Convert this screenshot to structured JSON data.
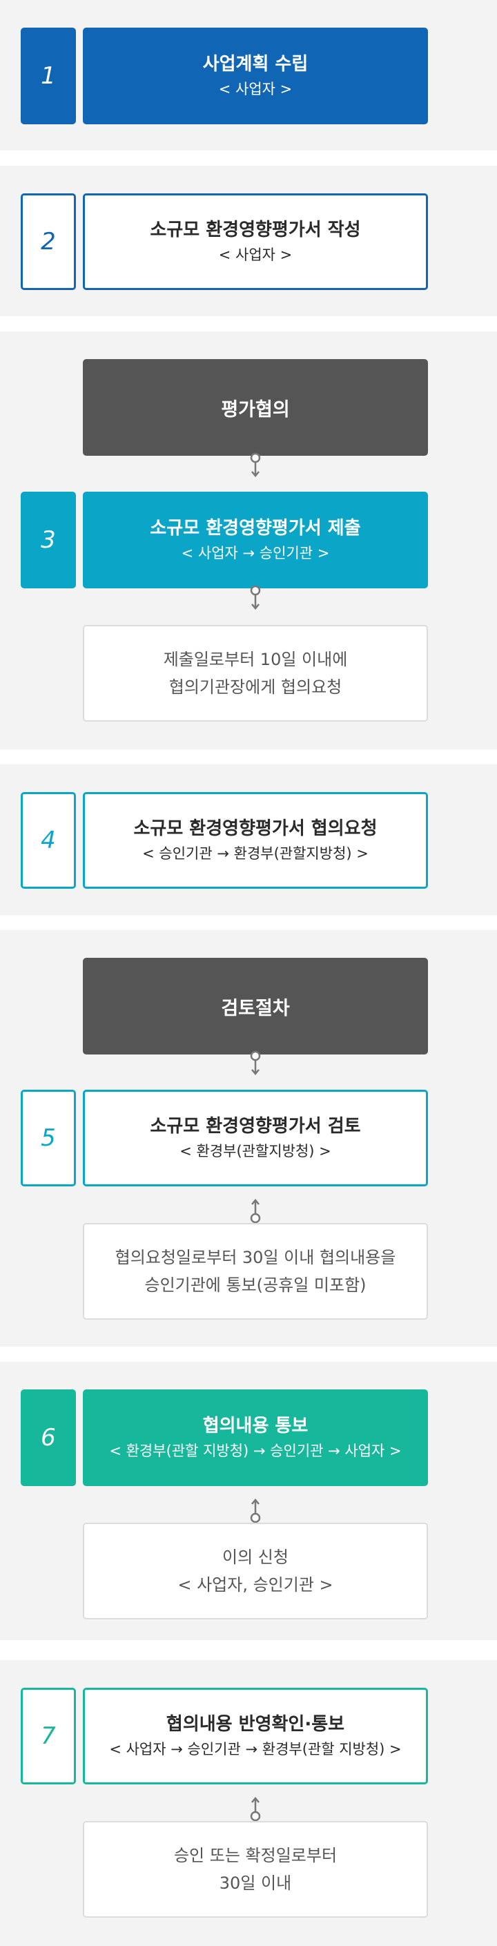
{
  "colors": {
    "blue": "#1066b4",
    "teal": "#0ba5c7",
    "green": "#17b79c",
    "dark": "#555555",
    "background": "#f3f3f3"
  },
  "steps": [
    {
      "number": "1",
      "title": "사업계획 수립",
      "sub": "< 사업자 >"
    },
    {
      "number": "2",
      "title": "소규모 환경영향평가서 작성",
      "sub": "< 사업자 >"
    },
    {
      "number": "3",
      "pre_label": "평가협의",
      "title": "소규모 환경영향평가서 제출",
      "sub": "< 사업자 → 승인기관 >",
      "note_lines": [
        "제출일로부터 10일 이내에",
        "협의기관장에게 협의요청"
      ]
    },
    {
      "number": "4",
      "title": "소규모 환경영향평가서 협의요청",
      "sub": "< 승인기관 → 환경부(관할지방청) >"
    },
    {
      "number": "5",
      "pre_label": "검토절차",
      "title": "소규모 환경영향평가서 검토",
      "sub": "< 환경부(관할지방청) >",
      "note_lines": [
        "협의요청일로부터 30일 이내 협의내용을",
        "승인기관에 통보(공휴일 미포함)"
      ]
    },
    {
      "number": "6",
      "title": "협의내용 통보",
      "sub": "< 환경부(관할 지방청) → 승인기관 → 사업자 >",
      "note_lines": [
        "이의 신청",
        "< 사업자, 승인기관 >"
      ]
    },
    {
      "number": "7",
      "title": "협의내용 반영확인·통보",
      "sub": "< 사업자 → 승인기관 → 환경부(관할 지방청) >",
      "note_lines": [
        "승인 또는 확정일로부터",
        "30일 이내"
      ]
    }
  ]
}
